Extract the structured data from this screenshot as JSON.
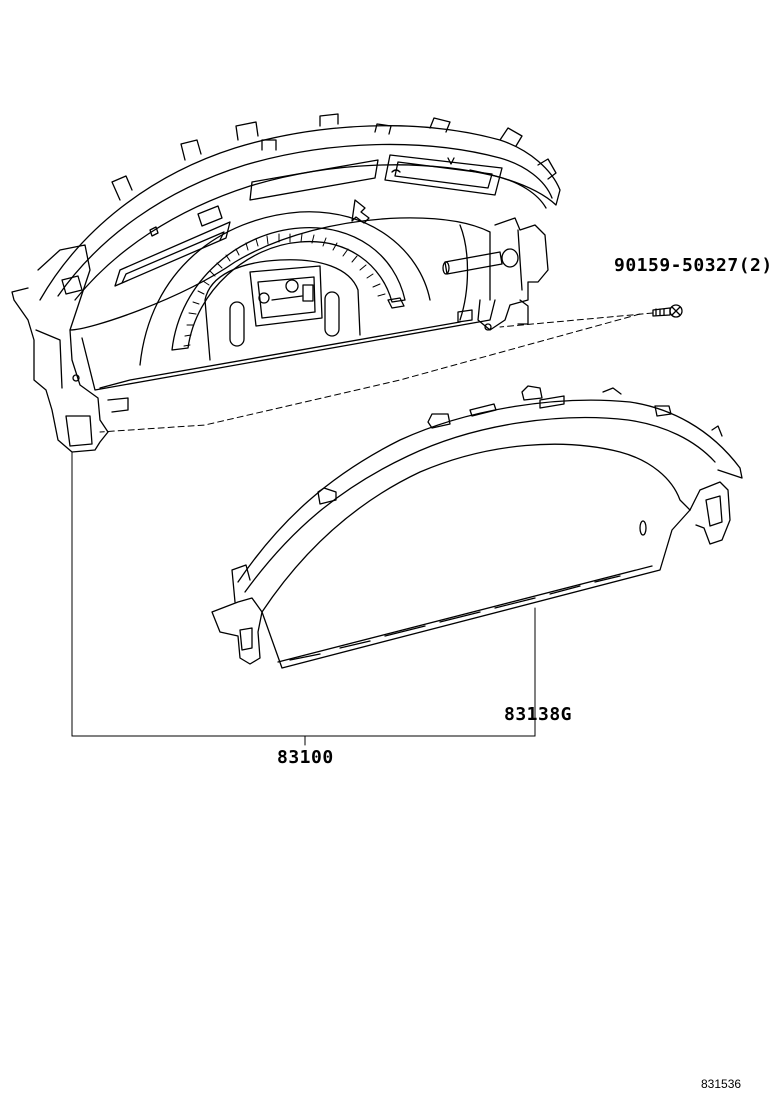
{
  "diagram": {
    "callouts": {
      "screw": "90159-50327(2)",
      "lens": "83138G",
      "assembly": "83100"
    },
    "figure_number": "831536"
  },
  "colors": {
    "line": "#000000",
    "background": "#ffffff"
  }
}
